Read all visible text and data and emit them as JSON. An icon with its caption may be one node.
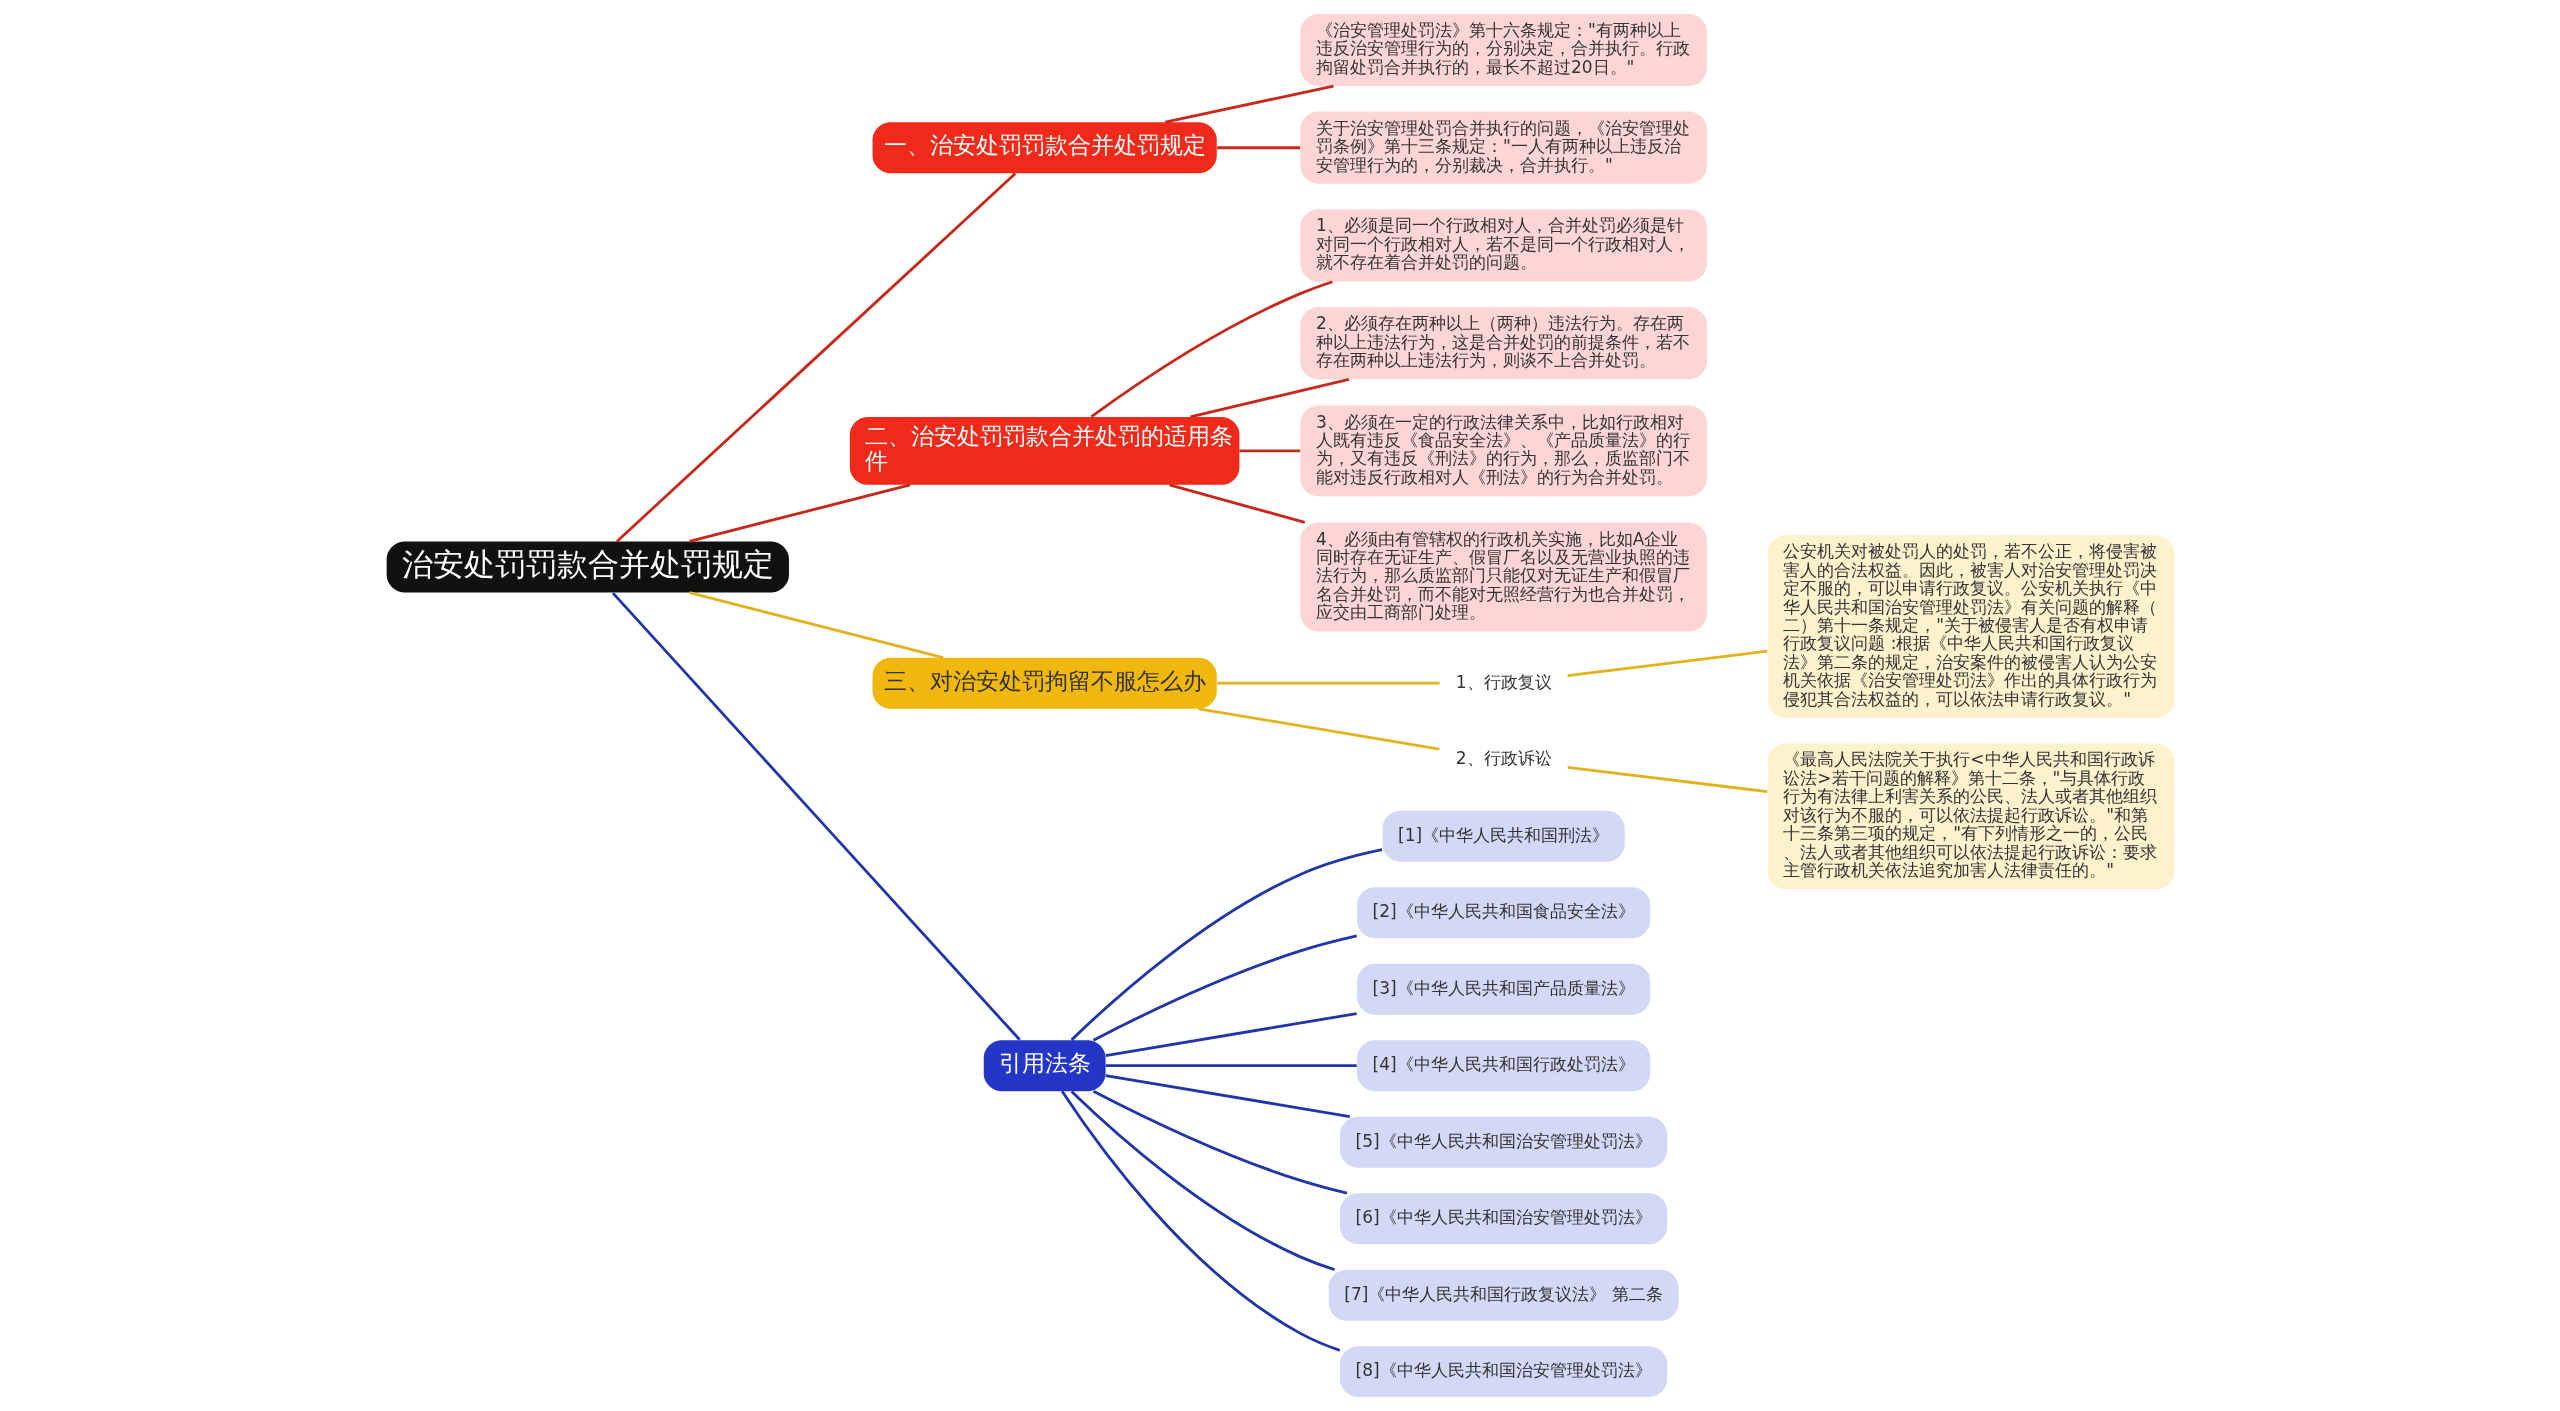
{
  "diagram": {
    "nodes": [
      {
        "text": [
          "治安处罚罚款合并处罚规定"
        ]
      },
      {
        "text": [
          "一、治安处罚罚款合并处罚规定"
        ]
      },
      {
        "text": [
          "《治安管理处罚法》第十六条规定：\"有两种以上违反治安管理行为的，分别决定，合并执行。行政拘留处罚合并执行的，最长不超过20日。\""
        ]
      },
      {
        "text": [
          "关于治安管理处罚合并执行的问题，《治安管理处罚条例》第十三条规定：\"一人有两种以上违反治安管理行为的，分别裁决，合并执行。\""
        ]
      },
      {
        "text": [
          "二、治安处罚罚款合并处罚的适用条件"
        ]
      },
      {
        "text": [
          "1、必须是同一个行政相对人，合并处罚必须是针对同一个行政相对人，若不是同一个行政相对人，就不存在着合并处罚的问题。"
        ]
      },
      {
        "text": [
          "2、必须存在两种以上（两种）违法行为。存在两种以上违法行为，这是合并处罚的前提条件，若不存在两种以上违法行为，则谈不上合并处罚。"
        ]
      },
      {
        "text": [
          "3、必须在一定的行政法律关系中，比如行政相对人既有违反《食品安全法》、《产品质量法》的行为，又有违反《刑法》的行为，那么，质监部门不能对违反行政相对人《刑法》的行为合并处罚。"
        ]
      },
      {
        "text": [
          "4、必须由有管辖权的行政机关实施，比如A企业同时存在无证生产、假冒厂名以及无营业执照的违法行为，那么质监部门只能仅对无证生产和假冒厂名合并处罚，而不能对无照经营行为也合并处罚，应交由工商部门处理。"
        ]
      },
      {
        "text": [
          "三、对治安处罚拘留不服怎么办"
        ]
      },
      {
        "text": [
          "1、行政复议"
        ]
      },
      {
        "text": [
          "公安机关对被处罚人的处罚，若不公正，将侵害被害人的合法权益。因此，被害人对治安管理处罚决定不服的，可以申请行政复议。公安机关执行《中华人民共和国治安管理处罚法》有关问题的解释（二）第十一条规定，\"关于被侵害人是否有权申请行政复议问题 :根据《中华人民共和国行政复议法》第二条的规定，治安案件的被侵害人认为公安机关依据《治安管理处罚法》作出的具体行政行为侵犯其合法权益的，可以依法申请行政复议。\""
        ]
      },
      {
        "text": [
          "2、行政诉讼"
        ]
      },
      {
        "text": [
          "《最高人民法院关于执行<中华人民共和国行政诉讼法>若干问题的解释》第十二条，\"与具体行政行为有法律上利害关系的公民、法人或者其他组织对该行为不服的，可以依法提起行政诉讼。\"和第十三条第三项的规定，\"有下列情形之一的，公民、法人或者其他组织可以依法提起行政诉讼：要求主管行政机关依法追究加害人法律责任的。\""
        ]
      },
      {
        "text": [
          "引用法条"
        ]
      },
      {
        "text": [
          "[1]《中华人民共和国刑法》"
        ]
      },
      {
        "text": [
          "[2]《中华人民共和国食品安全法》"
        ]
      },
      {
        "text": [
          "[3]《中华人民共和国产品质量法》"
        ]
      },
      {
        "text": [
          "[4]《中华人民共和国行政处罚法》"
        ]
      },
      {
        "text": [
          "[5]《中华人民共和国治安管理处罚法》"
        ]
      },
      {
        "text": [
          "[6]《中华人民共和国治安管理处罚法》"
        ]
      },
      {
        "text": [
          "[7]《中华人民共和国行政复议法》 第二条"
        ]
      },
      {
        "text": [
          "[8]《中华人民共和国治安管理处罚法》"
        ]
      }
    ],
    "edges": [
      {
        "from": 0,
        "to": 1,
        "arrow": "none",
        "color": "#c8281c"
      },
      {
        "from": 1,
        "to": 2,
        "arrow": "none",
        "color": "#c8281c"
      },
      {
        "from": 1,
        "to": 3,
        "arrow": "none",
        "color": "#c8281c"
      },
      {
        "from": 0,
        "to": 4,
        "arrow": "none",
        "color": "#c8281c"
      },
      {
        "from": 4,
        "to": 5,
        "arrow": "none",
        "color": "#c8281c"
      },
      {
        "from": 4,
        "to": 6,
        "arrow": "none",
        "color": "#c8281c"
      },
      {
        "from": 4,
        "to": 7,
        "arrow": "none",
        "color": "#c8281c"
      },
      {
        "from": 4,
        "to": 8,
        "arrow": "none",
        "color": "#c8281c"
      },
      {
        "from": 0,
        "to": 9,
        "arrow": "none",
        "color": "#e2b21d"
      },
      {
        "from": 9,
        "to": 10,
        "arrow": "none",
        "color": "#e2b21d"
      },
      {
        "from": 10,
        "to": 11,
        "arrow": "none",
        "color": "#e2b21d"
      },
      {
        "from": 9,
        "to": 12,
        "arrow": "none",
        "color": "#e2b21d"
      },
      {
        "from": 12,
        "to": 13,
        "arrow": "none",
        "color": "#e2b21d"
      },
      {
        "from": 0,
        "to": 14,
        "arrow": "none"
      },
      {
        "from": 14,
        "to": 15,
        "arrow": "none"
      },
      {
        "from": 14,
        "to": 16,
        "arrow": "none"
      },
      {
        "from": 14,
        "to": 17,
        "arrow": "none"
      },
      {
        "from": 14,
        "to": 18,
        "arrow": "none"
      },
      {
        "from": 14,
        "to": 19,
        "arrow": "none"
      },
      {
        "from": 14,
        "to": 20,
        "arrow": "none"
      },
      {
        "from": 14,
        "to": 21,
        "arrow": "none"
      },
      {
        "from": 14,
        "to": 22,
        "arrow": "none"
      }
    ]
  }
}
